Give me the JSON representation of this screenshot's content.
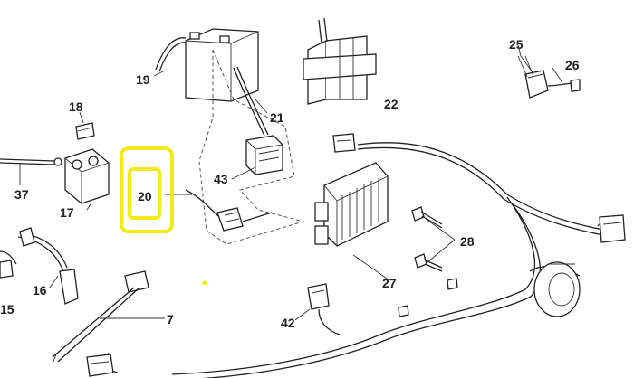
{
  "callouts": {
    "c19": "19",
    "c20": "20",
    "c21": "21",
    "c22": "22",
    "c25": "25",
    "c26": "26",
    "c18": "18",
    "c17": "17",
    "c37": "37",
    "c43": "43",
    "c27": "27",
    "c28": "28",
    "c16": "16",
    "c15": "15",
    "c7": "7",
    "c42": "42"
  },
  "highlight": {
    "target": "20",
    "color": "#f2ea1b"
  },
  "colors": {
    "line": "#222222",
    "background": "#ffffff"
  }
}
